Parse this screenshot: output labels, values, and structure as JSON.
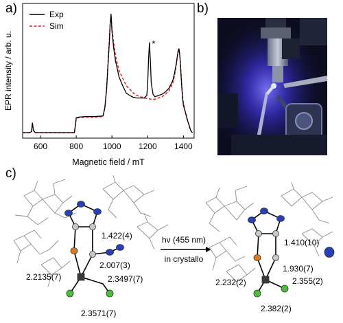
{
  "panels": {
    "a": "a)",
    "b": "b)",
    "c": "c)"
  },
  "chart_data": {
    "type": "line",
    "xlabel": "Magnetic field / mT",
    "ylabel": "EPR intensity / arb. u.",
    "xlim": [
      500,
      1460
    ],
    "ylim": [
      0,
      1.0
    ],
    "xticks": [
      600,
      800,
      1000,
      1200,
      1400
    ],
    "xtick_labels": [
      "600",
      "800",
      "1000",
      "1200",
      "1400"
    ],
    "legend": {
      "position": "top-left"
    },
    "annotation": "*",
    "annotation_x": 1210,
    "series": [
      {
        "name": "Exp",
        "color": "#000000",
        "dash": "solid",
        "x": [
          500,
          540,
          550,
          555,
          560,
          570,
          600,
          700,
          790,
          800,
          810,
          850,
          900,
          950,
          960,
          970,
          980,
          985,
          990,
          995,
          1000,
          1010,
          1020,
          1040,
          1060,
          1080,
          1100,
          1120,
          1140,
          1160,
          1180,
          1195,
          1200,
          1205,
          1210,
          1215,
          1220,
          1230,
          1240,
          1260,
          1280,
          1300,
          1320,
          1340,
          1350,
          1360,
          1370,
          1375,
          1380,
          1385,
          1390,
          1395,
          1400,
          1410,
          1420,
          1430,
          1440,
          1450
        ],
        "y": [
          0.0,
          0.0,
          0.01,
          0.08,
          0.02,
          0.0,
          0.0,
          0.0,
          0.0,
          0.12,
          0.125,
          0.13,
          0.13,
          0.135,
          0.2,
          0.35,
          0.6,
          0.72,
          0.88,
          0.96,
          0.82,
          0.68,
          0.58,
          0.45,
          0.38,
          0.32,
          0.3,
          0.285,
          0.28,
          0.28,
          0.28,
          0.3,
          0.4,
          0.6,
          0.73,
          0.58,
          0.4,
          0.31,
          0.29,
          0.3,
          0.31,
          0.33,
          0.36,
          0.42,
          0.48,
          0.56,
          0.66,
          0.68,
          0.62,
          0.5,
          0.38,
          0.28,
          0.22,
          0.17,
          0.11,
          0.07,
          0.02,
          0.0
        ]
      },
      {
        "name": "Sim",
        "color": "#e02020",
        "dash": "dashed",
        "x": [
          500,
          540,
          550,
          555,
          560,
          570,
          600,
          700,
          790,
          800,
          810,
          850,
          900,
          950,
          960,
          970,
          980,
          985,
          990,
          995,
          1000,
          1010,
          1020,
          1040,
          1060,
          1080,
          1100,
          1120,
          1140,
          1160,
          1180,
          1200,
          1220,
          1240,
          1260,
          1280,
          1300,
          1320,
          1340,
          1350,
          1360,
          1370,
          1375,
          1380,
          1385,
          1390,
          1395,
          1400,
          1410,
          1420,
          1430,
          1440,
          1450
        ],
        "y": [
          0.0,
          0.0,
          0.01,
          0.07,
          0.02,
          0.0,
          0.0,
          0.0,
          0.0,
          0.11,
          0.12,
          0.125,
          0.125,
          0.13,
          0.2,
          0.36,
          0.62,
          0.74,
          0.88,
          0.95,
          0.84,
          0.72,
          0.62,
          0.5,
          0.44,
          0.38,
          0.35,
          0.32,
          0.3,
          0.29,
          0.28,
          0.275,
          0.27,
          0.27,
          0.28,
          0.29,
          0.31,
          0.34,
          0.4,
          0.46,
          0.55,
          0.65,
          0.67,
          0.62,
          0.52,
          0.4,
          0.3,
          0.24,
          0.17,
          0.12,
          0.06,
          0.02,
          0.0
        ]
      }
    ]
  },
  "reaction": {
    "top": "hν (455 nm)",
    "bottom": "in crystallo"
  },
  "bond_labels_left": [
    "1.422(4)",
    "2.007(3)",
    "2.2135(7)",
    "2.3497(7)",
    "2.3571(7)"
  ],
  "bond_labels_right": [
    "1.410(10)",
    "1.930(7)",
    "2.232(2)",
    "2.355(2)",
    "2.382(2)"
  ]
}
